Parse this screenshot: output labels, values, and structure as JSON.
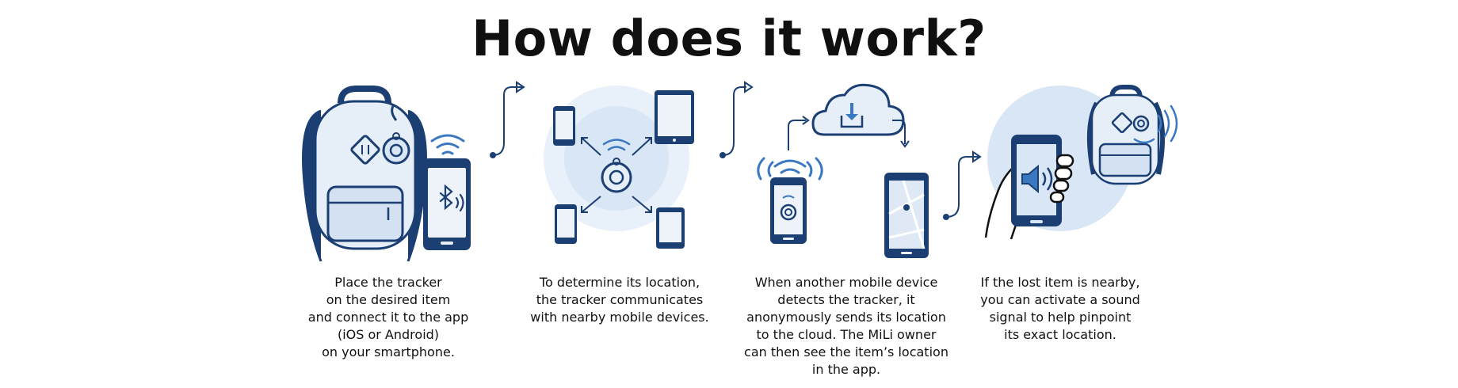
{
  "title": "How does it work?",
  "colors": {
    "navy": "#1b3f73",
    "blue": "#3a78c2",
    "light_blue": "#d9e6f5",
    "pale_blue": "#e8f0fa"
  },
  "steps": [
    {
      "caption": [
        "Place the tracker",
        "on the desired item",
        "and connect it to the app",
        "(iOS or Android)",
        "on your smartphone."
      ]
    },
    {
      "caption": [
        "To determine its location,",
        "the tracker communicates",
        "with nearby mobile devices."
      ]
    },
    {
      "caption": [
        "When another mobile device",
        "detects the tracker, it",
        "anonymously sends its location",
        "to the cloud. The MiLi owner",
        "can then see the item’s location",
        "in the app."
      ]
    },
    {
      "caption": [
        "If the lost item is nearby,",
        "you can activate a sound",
        "signal to help pinpoint",
        "its exact location."
      ]
    }
  ]
}
